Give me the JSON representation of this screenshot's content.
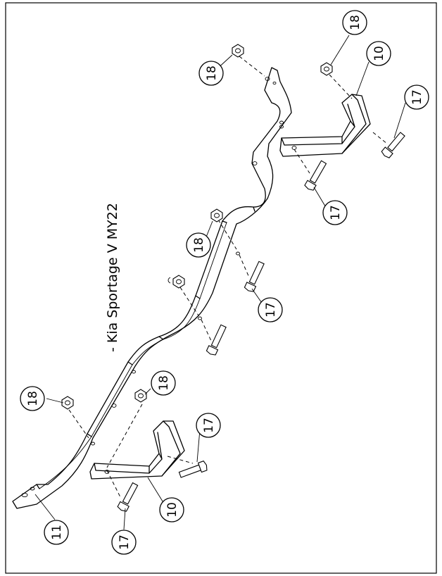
{
  "title": "- Kia Sportage V MY22",
  "labels": {
    "l18a": "18",
    "l18b": "18",
    "l18c": "18",
    "l18d": "18",
    "l18e": "18",
    "l10a": "10",
    "l10b": "10",
    "l17a": "17",
    "l17b": "17",
    "l17c": "17",
    "l17d": "17",
    "l17e": "17",
    "l11": "11"
  }
}
